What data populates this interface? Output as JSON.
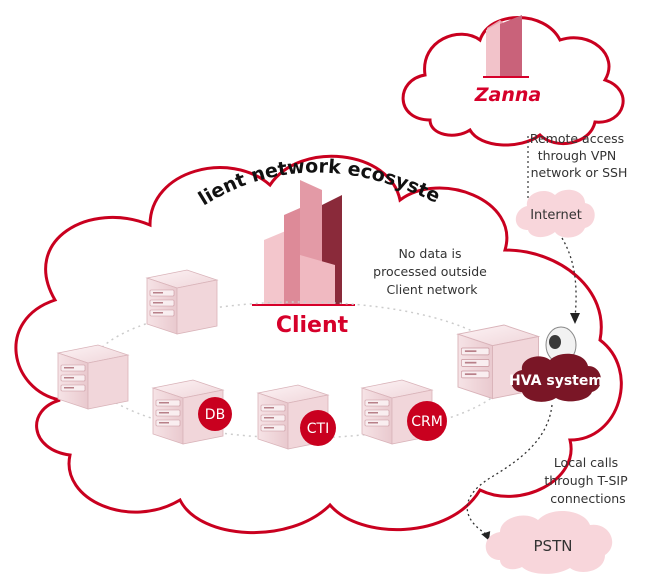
{
  "brand": {
    "name": "Zanna",
    "color": "#d6002a"
  },
  "colors": {
    "accent": "#d6002a",
    "cloud_fill": "#fbe1e4",
    "building_light": "#f3c6cc",
    "building_mid": "#e5a0ab",
    "building_dark": "#c97482",
    "building_darkest": "#8a2a3a"
  },
  "ecosystem": {
    "title": "Client network ecosystem",
    "client_label": "Client",
    "note_lines": [
      "No data is",
      "processed outside",
      "Client network"
    ]
  },
  "remote": {
    "lines": [
      "Remote access",
      "through VPN",
      "network or SSH"
    ],
    "internet_label": "Internet"
  },
  "servers": {
    "db": "DB",
    "cti": "CTI",
    "crm": "CRM",
    "hva": "HVA system"
  },
  "local_calls": {
    "lines": [
      "Local calls",
      "through T-SIP",
      "connections"
    ],
    "pstn_label": "PSTN"
  },
  "icons": [
    "server-icon",
    "robot-icon",
    "building-icon",
    "cloud-icon"
  ]
}
